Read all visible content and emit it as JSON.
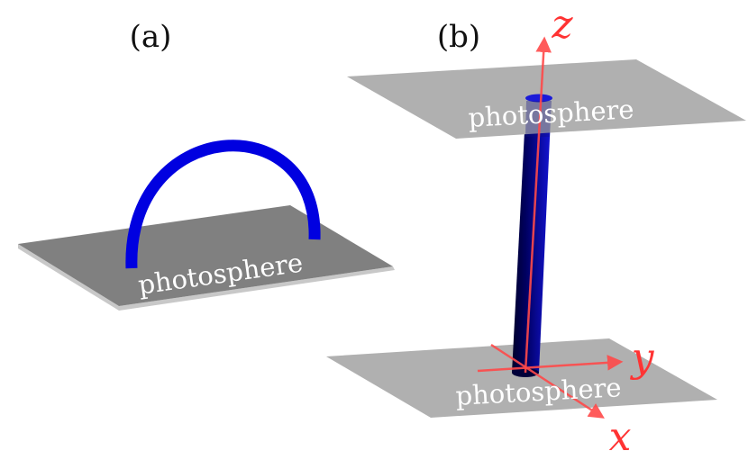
{
  "panel_a": {
    "label": "(a)",
    "photosphere_label": "photosphere"
  },
  "panel_b": {
    "label": "(b)",
    "top_photosphere_label": "photosphere",
    "bottom_photosphere_label": "photosphere",
    "axes": {
      "x": "x",
      "y": "y",
      "z": "z"
    }
  },
  "colors": {
    "loop": "#0000e0",
    "flux_tube": "#00007a",
    "axis": "#ff3333",
    "plane_dark": "#808080",
    "plane_light": "#b0b0b0",
    "plane_edge": "#c8c8c8"
  }
}
